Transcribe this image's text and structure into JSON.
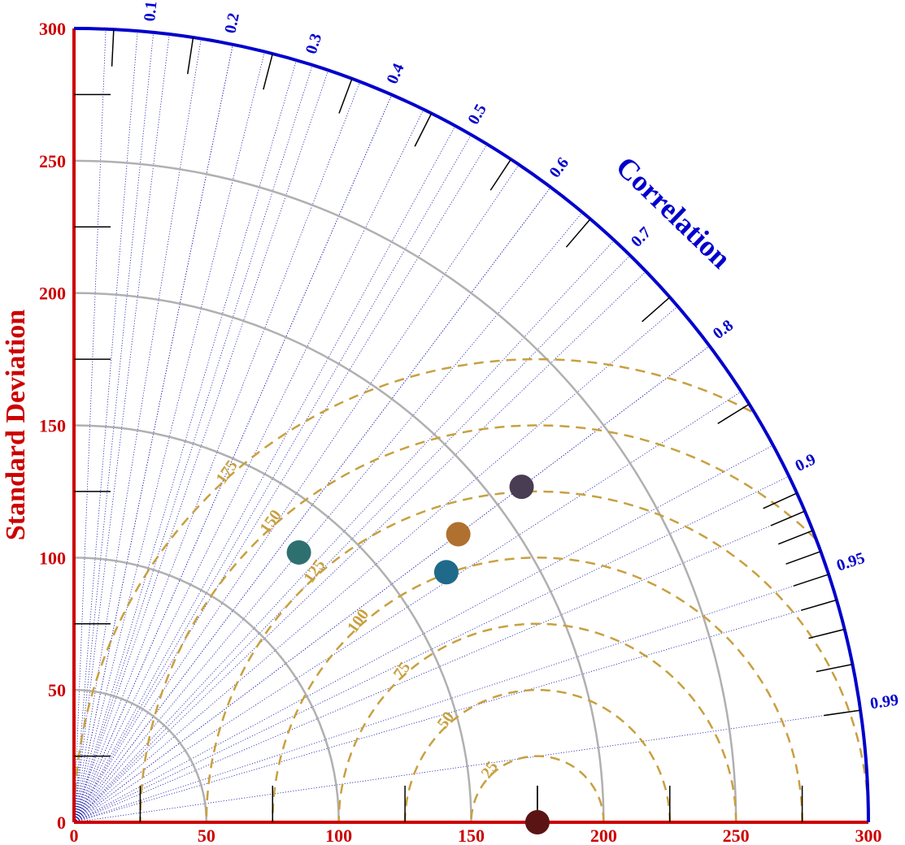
{
  "chart_data": {
    "type": "scatter",
    "subtype": "taylor-diagram",
    "std_axis": {
      "label": "Standard Deviation",
      "range": [
        0,
        300
      ],
      "ticks": [
        0,
        50,
        100,
        150,
        200,
        250,
        300
      ],
      "color": "#cc0000"
    },
    "correlation_axis": {
      "label": "Correlation",
      "ticks": [
        0.1,
        0.2,
        0.3,
        0.4,
        0.5,
        0.6,
        0.7,
        0.8,
        0.9,
        0.95,
        0.99
      ],
      "color": "#0000cc"
    },
    "reference_std": 175,
    "rmsd_contours": [
      25,
      50,
      75,
      100,
      125,
      150,
      175
    ],
    "rmsd_color": "#c8a040",
    "std_arc_color": "#b0b0b0",
    "points": [
      {
        "std": 175,
        "corr": 1.0,
        "color": "#5a1414"
      },
      {
        "std": 211.3,
        "corr": 0.8,
        "color": "#483d52"
      },
      {
        "std": 181.4,
        "corr": 0.8,
        "color": "#b07030"
      },
      {
        "std": 169.4,
        "corr": 0.83,
        "color": "#1f6a8a"
      },
      {
        "std": 132.7,
        "corr": 0.64,
        "color": "#2e7070"
      }
    ]
  }
}
